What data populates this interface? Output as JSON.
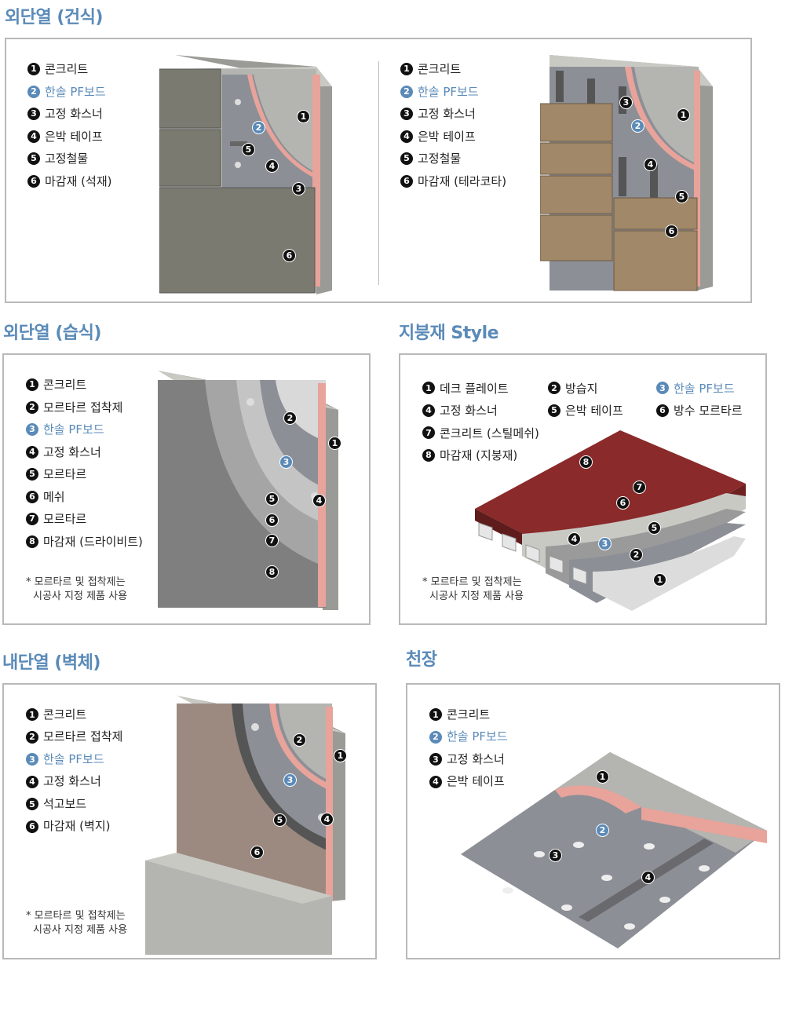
{
  "sections": {
    "dry": {
      "title": "외단열 (건식)",
      "left": [
        "콘크리트",
        "한솔 PF보드",
        "고정 화스너",
        "은박 테이프",
        "고정철물",
        "마감재 (석재)"
      ],
      "right": [
        "콘크리트",
        "한솔 PF보드",
        "고정 화스너",
        "은박 테이프",
        "고정철물",
        "마감재 (테라코타)"
      ]
    },
    "wet": {
      "title": "외단열 (습식)",
      "items": [
        "콘크리트",
        "모르타르 접착제",
        "한솔 PF보드",
        "고정 화스너",
        "모르타르",
        "메쉬",
        "모르타르",
        "마감재 (드라이비트)"
      ],
      "note1": "* 모르타르 및 접착제는",
      "note2": "시공사 지정 제품 사용"
    },
    "roof": {
      "title": "지붕재 Style",
      "items": [
        "데크 플레이트",
        "방습지",
        "한솔 PF보드",
        "고정 화스너",
        "은박 테이프",
        "방수 모르타르",
        "콘크리트 (스틸메쉬)",
        "마감재 (지붕재)"
      ],
      "note1": "* 모르타르 및 접착제는",
      "note2": "시공사 지정 제품 사용"
    },
    "inner": {
      "title": "내단열 (벽체)",
      "items": [
        "콘크리트",
        "모르타르 접착제",
        "한솔 PF보드",
        "고정 화스너",
        "석고보드",
        "마감재 (벽지)"
      ],
      "note1": "* 모르타르 및 접착제는",
      "note2": "시공사 지정 제품 사용"
    },
    "ceiling": {
      "title": "천장",
      "items": [
        "콘크리트",
        "한솔 PF보드",
        "고정 화스너",
        "은박 테이프"
      ]
    }
  },
  "numbers": [
    "1",
    "2",
    "3",
    "4",
    "5",
    "6",
    "7",
    "8"
  ],
  "colors": {
    "accent": "#5a8ab8",
    "concrete": "#b4b4b0",
    "pink_board": "#e8a39a",
    "insulation": "#8c8f96",
    "stone": "#7b7a70",
    "terracotta": "#a08868",
    "roof_red": "#8a2a2a"
  }
}
